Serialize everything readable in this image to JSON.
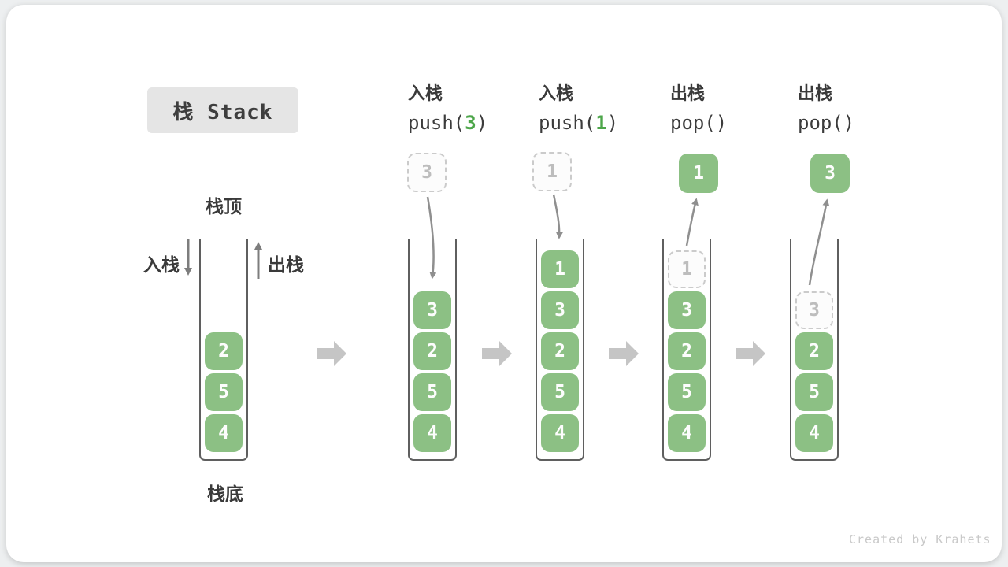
{
  "title": "栈 Stack",
  "stack_labels": {
    "top": "栈顶",
    "bottom": "栈底",
    "push_side": "入栈",
    "pop_side": "出栈"
  },
  "watermark": "Created by Krahets",
  "colors": {
    "item_green": "#8CC084",
    "accent_green": "#4DA64A",
    "container_line": "#5f5f5f",
    "curved_arrow_gray": "#8f8f8f",
    "block_arrow_gray": "#c5c5c5",
    "ghost_border": "#cbcbcb",
    "ghost_text": "#bdbdbd",
    "title_bg": "#e5e5e5",
    "text_dark": "#3a3a3a",
    "watermark_gray": "#c9c9c9"
  },
  "stages": [
    {
      "stack": [
        "2",
        "5",
        "4"
      ]
    },
    {
      "label": "入栈",
      "code_pre": "push(",
      "code_arg": "3",
      "code_post": ")",
      "float_value": "3",
      "stack": [
        "3",
        "2",
        "5",
        "4"
      ]
    },
    {
      "label": "入栈",
      "code_pre": "push(",
      "code_arg": "1",
      "code_post": ")",
      "float_value": "1",
      "stack": [
        "1",
        "3",
        "2",
        "5",
        "4"
      ]
    },
    {
      "label": "出栈",
      "code_pre": "pop()",
      "code_arg": "",
      "code_post": "",
      "float_value": "1",
      "ghost_value": "1",
      "stack": [
        "3",
        "2",
        "5",
        "4"
      ]
    },
    {
      "label": "出栈",
      "code_pre": "pop()",
      "code_arg": "",
      "code_post": "",
      "float_value": "3",
      "ghost_value": "3",
      "stack": [
        "2",
        "5",
        "4"
      ]
    }
  ]
}
